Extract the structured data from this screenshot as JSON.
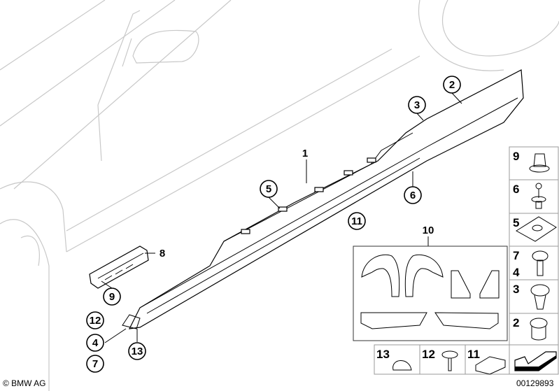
{
  "diagram": {
    "copyright": "© BMW AG",
    "image_number": "00129893",
    "callouts": {
      "c1": "1",
      "c2": "2",
      "c3": "3",
      "c5": "5",
      "c6": "6",
      "c8": "8",
      "c9": "9",
      "c10": "10",
      "c11": "11",
      "c12": "12",
      "c4": "4",
      "c7": "7",
      "c13": "13"
    },
    "parts_column": [
      "9",
      "6",
      "5",
      "7",
      "4",
      "3",
      "2"
    ],
    "bottom_row": [
      "13",
      "12",
      "11"
    ]
  }
}
